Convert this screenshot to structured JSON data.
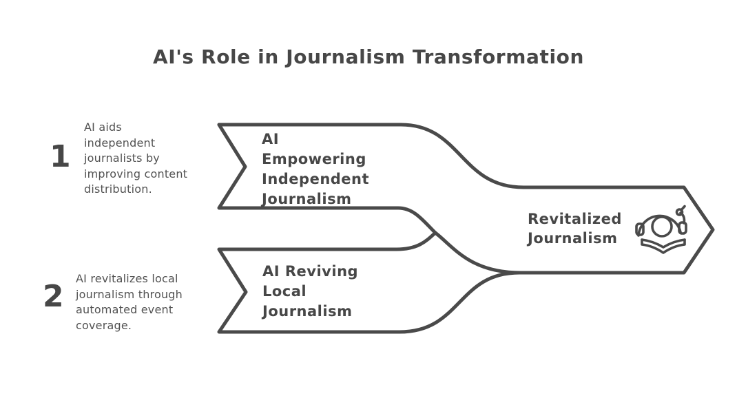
{
  "title": "AI's Role in Journalism Transformation",
  "steps": [
    {
      "number": "1",
      "description": "AI aids independent journalists by improving content distribution.",
      "desc_lines": [
        "AI aids",
        "independent",
        "journalists by",
        "improving content",
        "distribution."
      ],
      "banner_label": "AI Empowering Independent Journalism",
      "banner_lines": [
        "AI",
        "Empowering",
        "Independent",
        "Journalism"
      ]
    },
    {
      "number": "2",
      "description": "AI revitalizes local journalism through automated event coverage.",
      "desc_lines": [
        "AI revitalizes local",
        "journalism through",
        "automated event",
        "coverage."
      ],
      "banner_label": "AI Reviving Local Journalism",
      "banner_lines": [
        "AI Reviving",
        "Local",
        "Journalism"
      ]
    }
  ],
  "result": {
    "label": "Revitalized Journalism",
    "lines": [
      "Revitalized",
      "Journalism"
    ],
    "icon": "headset-open-book-icon"
  },
  "colors": {
    "stroke": "#4a4a4a",
    "title_text": "#474747",
    "body_text": "#525252",
    "background": "#ffffff"
  }
}
